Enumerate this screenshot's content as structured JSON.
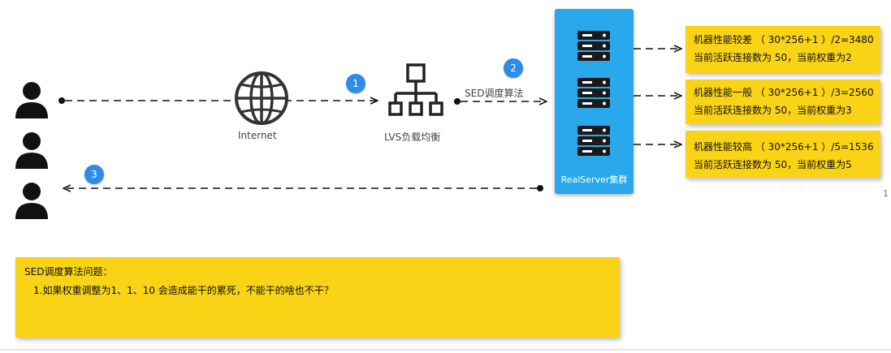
{
  "labels": {
    "internet": "Internet",
    "lvs": "LVS负载均衡",
    "algorithm": "SED调度算法",
    "cluster": "RealServer集群"
  },
  "steps": [
    "1",
    "2",
    "3"
  ],
  "servers": [
    {
      "line1": "机器性能较差  （ 30*256+1 ）/2=3480",
      "line2": "当前活跃连接数为 50，当前权重为2"
    },
    {
      "line1": "机器性能一般  （ 30*256+1 ）/3=2560",
      "line2": "当前活跃连接数为 50，当前权重为3"
    },
    {
      "line1": "机器性能较高  （ 30*256+1 ）/5=1536",
      "line2": "当前活跃连接数为 50，当前权重为5"
    }
  ],
  "note": {
    "title": "SED调度算法问题：",
    "item": "1.如果权重调整为1、1、10 会造成能干的累死，不能干的啥也不干？"
  },
  "icons": [
    "user-icon",
    "globe-icon",
    "network-icon",
    "server-icon",
    "arrow-icon"
  ],
  "colors": {
    "accent": "#2d8ce8",
    "cluster": "#2aa8ec",
    "note": "#f8d316",
    "ink": "#111111"
  },
  "misc": {
    "stray_mark": "1"
  }
}
